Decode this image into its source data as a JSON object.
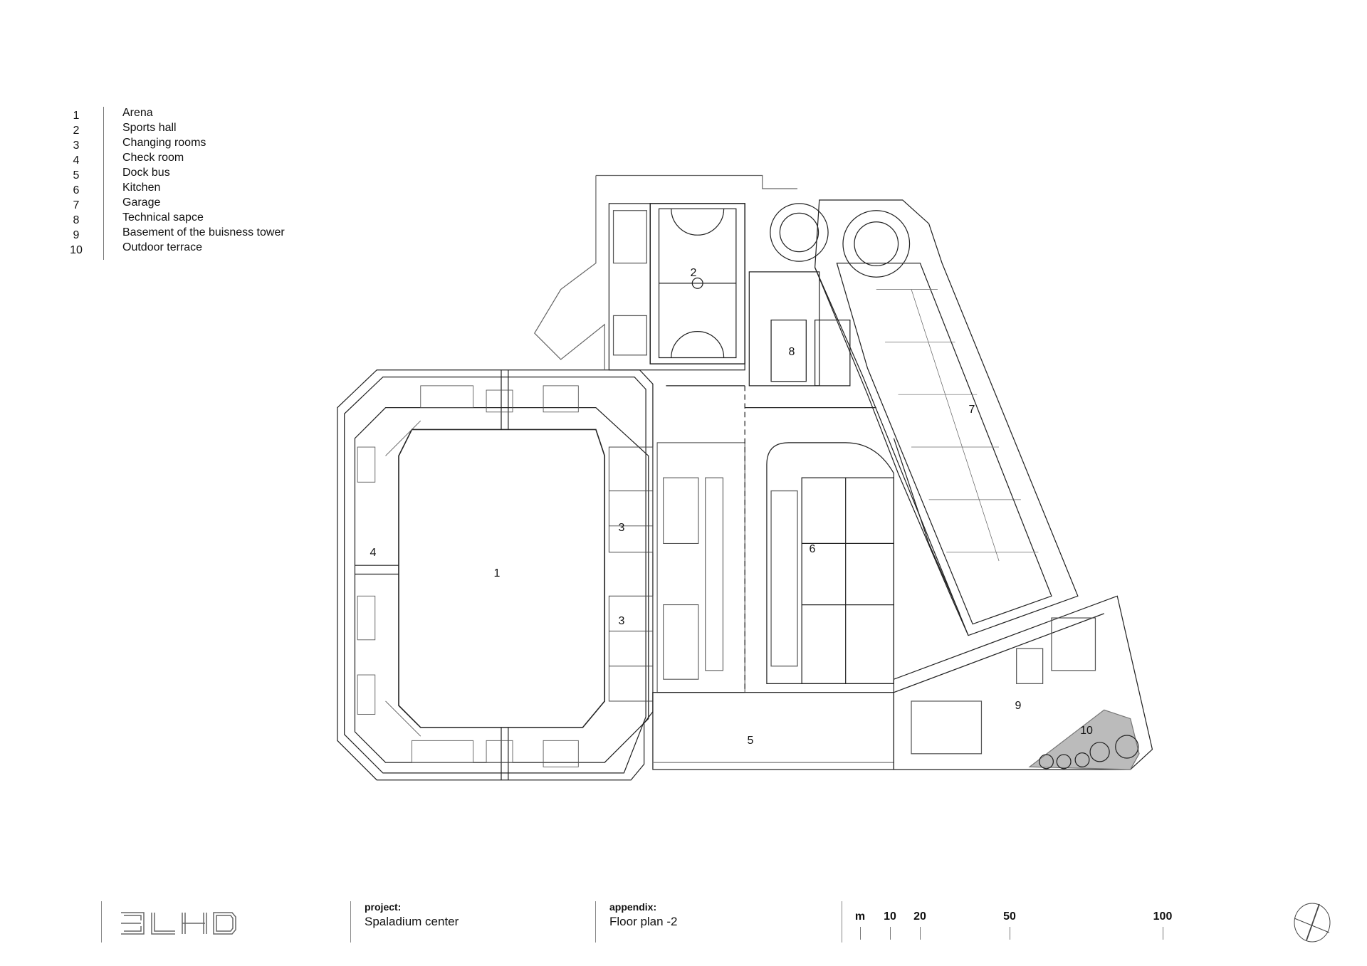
{
  "legend": [
    {
      "num": "1",
      "label": "Arena"
    },
    {
      "num": "2",
      "label": "Sports hall"
    },
    {
      "num": "3",
      "label": "Changing rooms"
    },
    {
      "num": "4",
      "label": "Check room"
    },
    {
      "num": "5",
      "label": "Dock bus"
    },
    {
      "num": "6",
      "label": "Kitchen"
    },
    {
      "num": "7",
      "label": "Garage"
    },
    {
      "num": "8",
      "label": "Technical sapce"
    },
    {
      "num": "9",
      "label": "Basement of the buisness tower"
    },
    {
      "num": "10",
      "label": "Outdoor terrace"
    }
  ],
  "plan_labels": {
    "arena": "1",
    "sports_hall": "2",
    "changing_a": "3",
    "changing_b": "3",
    "check_room": "4",
    "dock_bus": "5",
    "kitchen": "6",
    "garage": "7",
    "technical": "8",
    "basement": "9",
    "terrace": "10"
  },
  "title_block": {
    "logo": "3LHD",
    "project_key": "project:",
    "project_value": "Spaladium center",
    "appendix_key": "appendix:",
    "appendix_value": "Floor plan -2"
  },
  "scale_bar": {
    "unit": "m",
    "ticks": [
      "10",
      "20",
      "50",
      "100"
    ]
  },
  "north_arrow": "north-arrow"
}
